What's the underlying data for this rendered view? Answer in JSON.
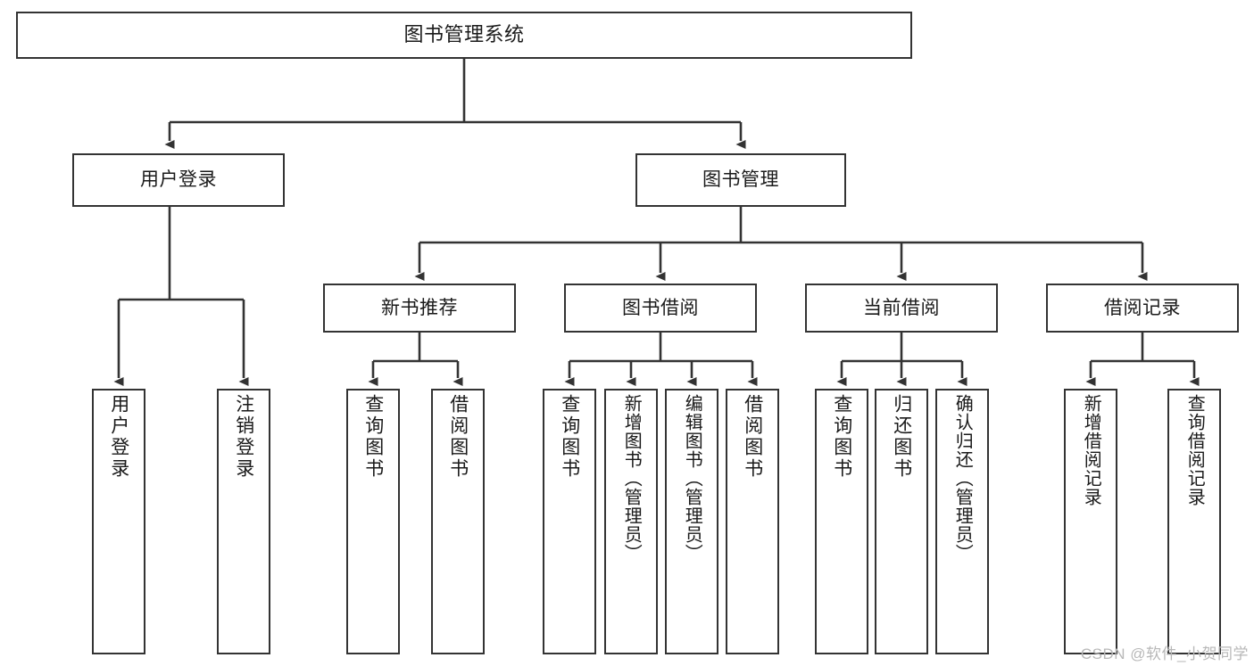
{
  "diagram": {
    "title": "图书管理系统",
    "type": "tree",
    "watermark": "CSDN @软件_小贺同学",
    "colors": {
      "box_border": "#333333",
      "box_fill": "#ffffff",
      "edge": "#333333",
      "text": "#1a1a1a",
      "watermark": "#b8b8b8",
      "background": "#ffffff"
    },
    "root": {
      "label": "图书管理系统"
    },
    "level2": [
      {
        "label": "用户登录"
      },
      {
        "label": "图书管理"
      }
    ],
    "level3": [
      {
        "label": "新书推荐"
      },
      {
        "label": "图书借阅"
      },
      {
        "label": "当前借阅"
      },
      {
        "label": "借阅记录"
      }
    ],
    "leaves": {
      "user_login": [
        {
          "label": "用户登录"
        },
        {
          "label": "注销登录"
        }
      ],
      "new_book_recommend": [
        {
          "label": "查询图书"
        },
        {
          "label": "借阅图书"
        }
      ],
      "book_borrow": [
        {
          "label": "查询图书"
        },
        {
          "label": "新增图书（管理员）"
        },
        {
          "label": "编辑图书（管理员）"
        },
        {
          "label": "借阅图书"
        }
      ],
      "current_borrow": [
        {
          "label": "查询图书"
        },
        {
          "label": "归还图书"
        },
        {
          "label": "确认归还（管理员）"
        }
      ],
      "borrow_record": [
        {
          "label": "新增借阅记录"
        },
        {
          "label": "查询借阅记录"
        }
      ]
    }
  }
}
